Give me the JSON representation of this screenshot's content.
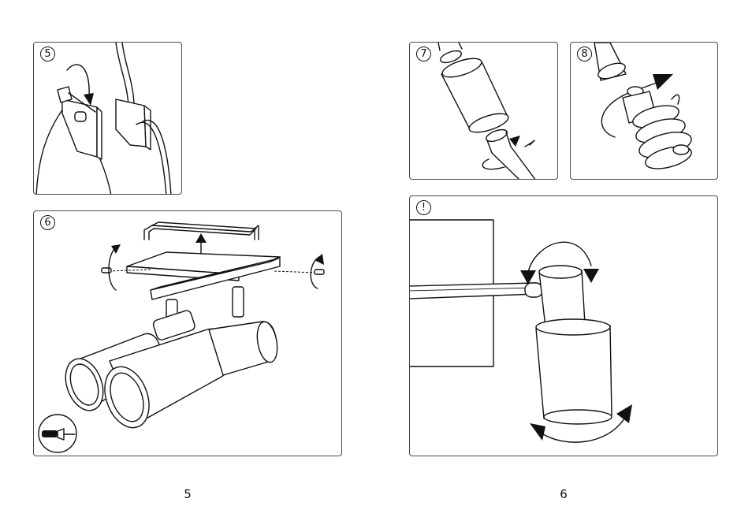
{
  "panels": {
    "step5": {
      "label": "5"
    },
    "step6": {
      "label": "6"
    },
    "step7": {
      "label": "7"
    },
    "step8": {
      "label": "8"
    },
    "warning": {
      "label": "!"
    }
  },
  "page_numbers": {
    "left": "5",
    "right": "6"
  },
  "icons": {
    "step5": [
      "rotate-arrow-icon",
      "terminal-block-icon",
      "cable-icon"
    ],
    "step6": [
      "mounting-bracket-icon",
      "screw-icon",
      "rotate-arrow-icon",
      "screwdriver-icon",
      "spotlight-icon"
    ],
    "step7": [
      "lamp-socket-icon",
      "rotate-arrow-icon"
    ],
    "step8": [
      "energy-saving-bulb-icon",
      "rotate-arrow-icon"
    ],
    "warning": [
      "spotlight-icon",
      "tilt-arrow-icon",
      "rotate-arrow-icon"
    ]
  }
}
